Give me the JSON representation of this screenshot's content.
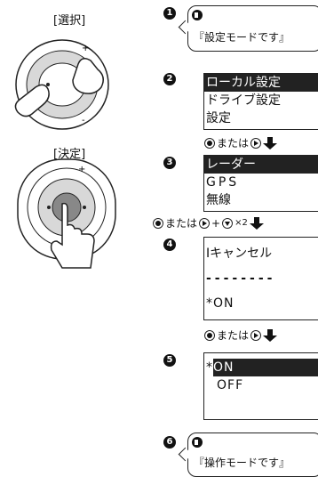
{
  "left": {
    "select_label": "[選択]",
    "decide_label": "[決定]",
    "dial_plus": "+",
    "dial_minus": "-"
  },
  "steps": [
    {
      "number": "1",
      "bubble_text": "『設定モードです』"
    },
    {
      "number": "2",
      "menu": [
        "ローカル設定",
        "ドライブ設定",
        "設定"
      ],
      "selected_index": 0
    },
    {
      "number": "3",
      "menu": [
        "レーダー",
        "GPS",
        "無線"
      ],
      "selected_index": 0
    },
    {
      "number": "4",
      "rows": [
        "Iキャンセル",
        "--------",
        "*ON"
      ]
    },
    {
      "number": "5",
      "rows": [
        "*ON",
        "OFF"
      ],
      "selected_index": 0
    },
    {
      "number": "6",
      "bubble_text": "『操作モードです』"
    }
  ],
  "transitions": {
    "t23": {
      "text": "または"
    },
    "t34": {
      "text": "または",
      "plus": "+",
      "times": "×2"
    },
    "t45": {
      "text": "または"
    }
  },
  "icons": [
    "speaker-icon",
    "center-button-icon",
    "right-button-icon",
    "down-button-icon",
    "down-arrow-icon",
    "hand-pointer-icon"
  ]
}
